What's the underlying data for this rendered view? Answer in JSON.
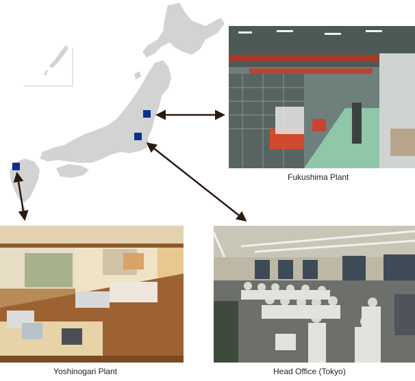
{
  "locations": {
    "fukushima": {
      "label": "Fukushima Plant"
    },
    "yoshinogari": {
      "label": "Yoshinogari Plant"
    },
    "head_office": {
      "label": "Head Office (Tokyo)"
    }
  },
  "colors": {
    "map_land": "#d3d3d3",
    "marker": "#0a2f8f",
    "arrow": "#2a1a12",
    "caption_text": "#222222"
  },
  "icons": {
    "marker": "square-location-icon",
    "arrow": "double-headed-arrow-icon"
  }
}
